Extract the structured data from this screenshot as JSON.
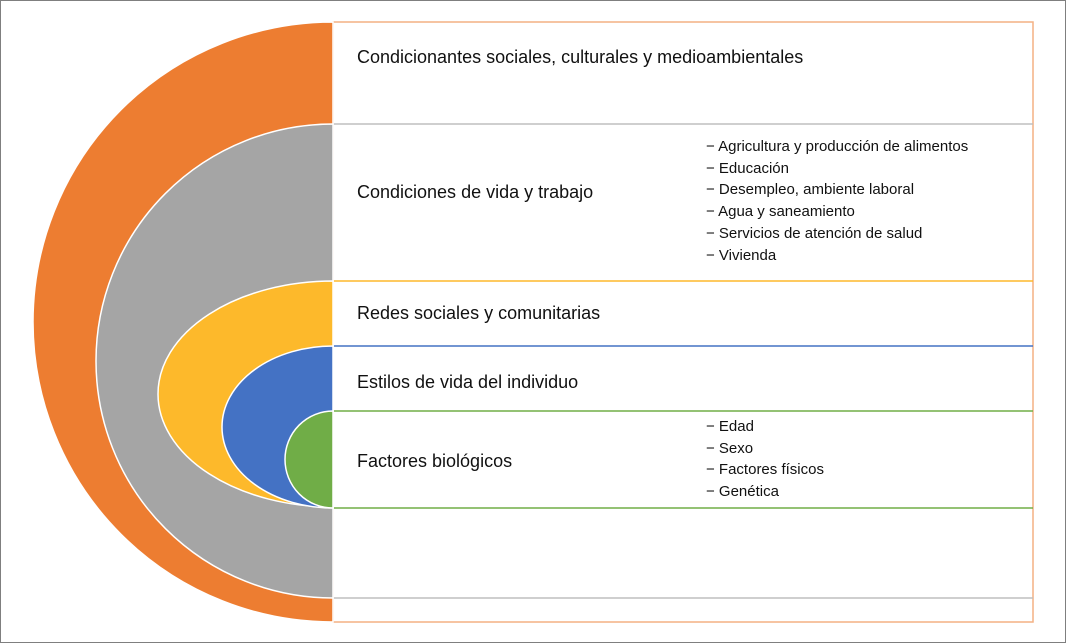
{
  "colors": {
    "orange": "#ED7D31",
    "gray": "#A5A5A5",
    "yellow": "#FDB92B",
    "blue": "#4472C4",
    "green": "#70AD47"
  },
  "layers": [
    {
      "label": "Condicionantes sociales, culturales y medioambientales",
      "items": []
    },
    {
      "label": "Condiciones de vida y trabajo",
      "items": [
        "− Agricultura y producción de alimentos",
        "− Educación",
        "− Desempleo, ambiente laboral",
        "− Agua y saneamiento",
        "− Servicios de atención de salud",
        "− Vivienda"
      ]
    },
    {
      "label": "Redes sociales y comunitarias",
      "items": []
    },
    {
      "label": "Estilos de vida del individuo",
      "items": []
    },
    {
      "label": "Factores biológicos",
      "items": [
        "− Edad",
        "− Sexo",
        "− Factores físicos",
        "− Genética"
      ]
    }
  ]
}
